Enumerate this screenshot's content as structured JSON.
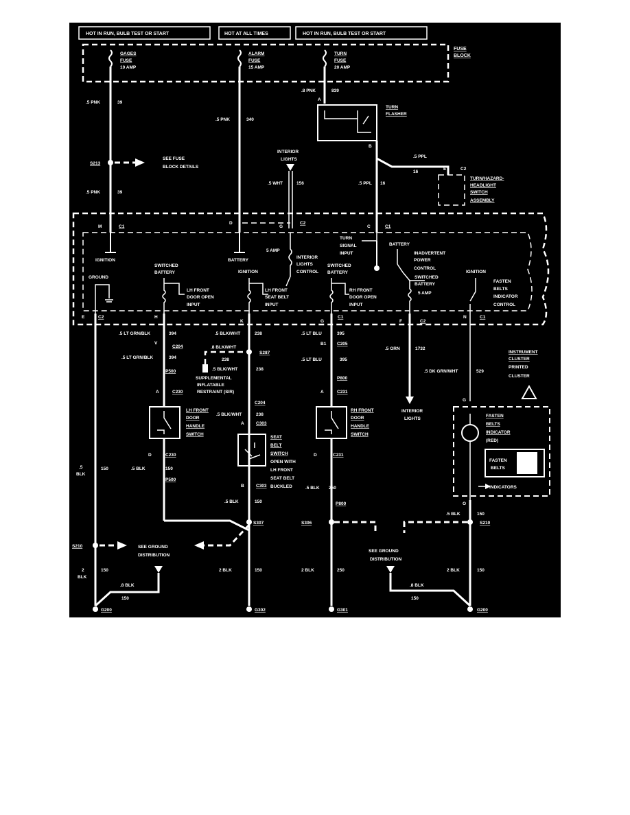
{
  "headers": {
    "h1": "HOT IN RUN, BULB TEST OR START",
    "h2": "HOT AT ALL TIMES",
    "h3": "HOT IN RUN, BULB TEST OR START"
  },
  "fuse_block": {
    "label1": "FUSE",
    "label2": "BLOCK",
    "fuse1": [
      "GAGES",
      "FUSE",
      "10 AMP"
    ],
    "fuse2": [
      "ALARM",
      "FUSE",
      "15 AMP"
    ],
    "fuse3": [
      "TURN",
      "FUSE",
      "20 AMP"
    ]
  },
  "wires": {
    "pnk39_a": ".5 PNK",
    "c39_a": "39",
    "pnk340": ".5 PNK",
    "c340": "340",
    "pnk839": ".8 PNK",
    "c839": "839",
    "pnk39_b": ".5 PNK",
    "c39_b": "39",
    "wht": ".5 WHT",
    "c156": "156",
    "ppl_a": ".5 PPL",
    "c16_a": "16",
    "ppl_b": ".5 PPL",
    "c16_b": "16",
    "ltgrn_a": ".5 LT GRN/BLK",
    "c394_a": "394",
    "ltgrn_b": ".5 LT GRN/BLK",
    "c394_b": "394",
    "blkwht_a": ".5 BLK/WHT",
    "c238_a": "238",
    "blkwht_b": ".8 BLK/WHT",
    "c238_b": "238",
    "blkwht_c": ".5 BLK/WHT",
    "c238_c": "238",
    "blkwht_d": ".5 BLK/WHT",
    "c238_d": "238",
    "ltblu_a": ".5 LT BLU",
    "c395_a": "395",
    "ltblu_b": ".5 LT BLU",
    "c395_b": "395",
    "orn": ".5 ORN",
    "c1732": "1732",
    "dkgrn": ".5 DK GRN/WHT",
    "c529": "529",
    "blk_e": ".5",
    "blk_e2": "BLK",
    "c150_e": "150",
    "blk_d": ".5 BLK",
    "c150_d": "150",
    "blk_b": ".5 BLK",
    "c150_b": "150",
    "blk_250": ".5 BLK",
    "c250": "250",
    "blk_o": ".5 BLK",
    "c150_o": "150",
    "blk2_a": "2",
    "blk2_a2": "BLK",
    "c150_2a": "150",
    "blk8_a": ".8 BLK",
    "c150_8a": "150",
    "blk2_b": "2 BLK",
    "c150_2b": "150",
    "blk2_c": "2 BLK",
    "c250_2c": "250",
    "blk2_d": "2 BLK",
    "c150_2d": "150",
    "blk8_b": ".8 BLK",
    "c150_8b": "150"
  },
  "splices": {
    "s213": "S213",
    "see_fuse_1": "SEE FUSE",
    "see_fuse_2": "BLOCK DETAILS",
    "s287": "S287",
    "s307": "S307",
    "s306": "S306",
    "s210_l": "S210",
    "s210_r": "S210"
  },
  "connectors": {
    "M": "M",
    "C1a": "C1",
    "D": "D",
    "G_c2": "G",
    "C2a": "C2",
    "C_c1": "C",
    "C1b": "C1",
    "E": "E",
    "C2b": "C2",
    "H": "H",
    "K": "K",
    "G_c1": "G",
    "C1c": "C1",
    "F": "F",
    "C2c": "C2",
    "N": "N",
    "C1d": "C1",
    "A_flasher": "A",
    "B_flasher": "B",
    "E_c2": "E",
    "C2_turn": "C2",
    "V": "V",
    "C204a": "C204",
    "B1": "B1",
    "C205": "C205",
    "P500a": "P500",
    "P500b": "P500",
    "P800a": "P800",
    "P800b": "P800",
    "C204b": "C204",
    "A_c230": "A",
    "C230a": "C230",
    "A_c231": "A",
    "C231a": "C231",
    "A_c303": "A",
    "C303a": "C303",
    "D_c230": "D",
    "C230b": "C230",
    "D_c231": "D",
    "C231b": "C231",
    "B_c303": "B",
    "C303b": "C303",
    "G_ic": "G",
    "O_ic": "O"
  },
  "components": {
    "turn_flasher": [
      "TURN",
      "FLASHER"
    ],
    "turn_hazard": [
      "TURN/HAZARD-",
      "HEADLIGHT",
      "SWITCH",
      "ASSEMBLY"
    ],
    "interior_lights_top": [
      "INTERIOR",
      "LIGHTS"
    ],
    "interior_lights_bottom": [
      "INTERIOR",
      "LIGHTS"
    ],
    "sir": [
      "SUPPLEMENTAL",
      "INFLATABLE",
      "RESTRAINT (SIR)"
    ],
    "lh_switch": [
      "LH FRONT",
      "DOOR",
      "HANDLE",
      "SWITCH"
    ],
    "rh_switch": [
      "RH FRONT",
      "DOOR",
      "HANDLE",
      "SWITCH"
    ],
    "seat_belt": [
      "SEAT",
      "BELT",
      "SWITCH",
      "OPEN WITH",
      "LH FRONT",
      "SEAT BELT",
      "BUCKLED"
    ],
    "instrument_cluster": [
      "INSTRUMENT",
      "CLUSTER",
      "PRINTED",
      "CLUSTER"
    ],
    "fasten_belts": [
      "FASTEN",
      "BELTS",
      "INDICATOR",
      "(RED)"
    ],
    "fasten_belts_lamp": [
      "FASTEN",
      "BELTS"
    ],
    "indicators": "INDICATORS",
    "see_ground_1": [
      "SEE GROUND",
      "DISTRIBUTION"
    ],
    "see_ground_2": [
      "SEE GROUND",
      "DISTRIBUTION"
    ]
  },
  "module": {
    "ignition1": "IGNITION",
    "battery1": "BATTERY",
    "amp5a": "5 AMP",
    "interior_ctrl": [
      "INTERIOR",
      "LIGHTS",
      "CONTROL"
    ],
    "turn_signal": [
      "TURN",
      "SIGNAL",
      "INPUT"
    ],
    "battery2": "BATTERY",
    "inadvertent": [
      "INADVERTENT",
      "POWER",
      "CONTROL"
    ],
    "ground": "GROUND",
    "sw_batt1": [
      "SWITCHED",
      "BATTERY"
    ],
    "ignition2": "IGNITION",
    "sw_batt2": [
      "SWITCHED",
      "BATTERY"
    ],
    "sw_batt3": [
      "SWITCHED",
      "BATTERY"
    ],
    "amp5b": "5 AMP",
    "ignition3": "IGNITION",
    "lh_door_input": [
      "LH FRONT",
      "DOOR OPEN",
      "INPUT"
    ],
    "seat_belt_input": [
      "LH FRONT",
      "SEAT BELT",
      "INPUT"
    ],
    "rh_door_input": [
      "RH FRONT",
      "DOOR OPEN",
      "INPUT"
    ],
    "fasten_ctrl": [
      "FASTEN",
      "BELTS",
      "INDICATOR",
      "CONTROL"
    ]
  },
  "grounds": {
    "g200a": "G200",
    "g302": "G302",
    "g301": "G301",
    "g200b": "G200"
  }
}
